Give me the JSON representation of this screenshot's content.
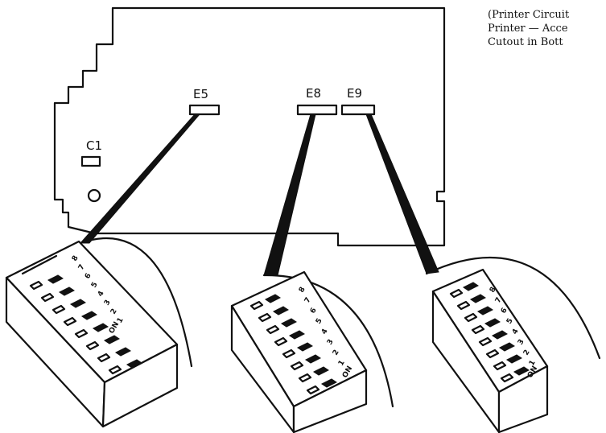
{
  "caption": {
    "lines": [
      "(Printer Circuit",
      "Printer — Acce",
      "Cutout in Bott"
    ]
  },
  "board": {
    "connectors": [
      {
        "id": "E5",
        "label": "E5"
      },
      {
        "id": "E8",
        "label": "E8"
      },
      {
        "id": "E9",
        "label": "E9"
      }
    ],
    "capacitor_label": "C1"
  },
  "dip_switches": [
    {
      "name": "E5",
      "positions": [
        "ON",
        "1",
        "2",
        "3",
        "4",
        "5",
        "6",
        "7",
        "8"
      ]
    },
    {
      "name": "E8",
      "positions": [
        "ON",
        "1",
        "2",
        "3",
        "4",
        "5",
        "6",
        "7",
        "8"
      ]
    },
    {
      "name": "E9",
      "positions": [
        "ON",
        "1",
        "2",
        "3",
        "4",
        "5",
        "6",
        "7",
        "8"
      ]
    }
  ]
}
